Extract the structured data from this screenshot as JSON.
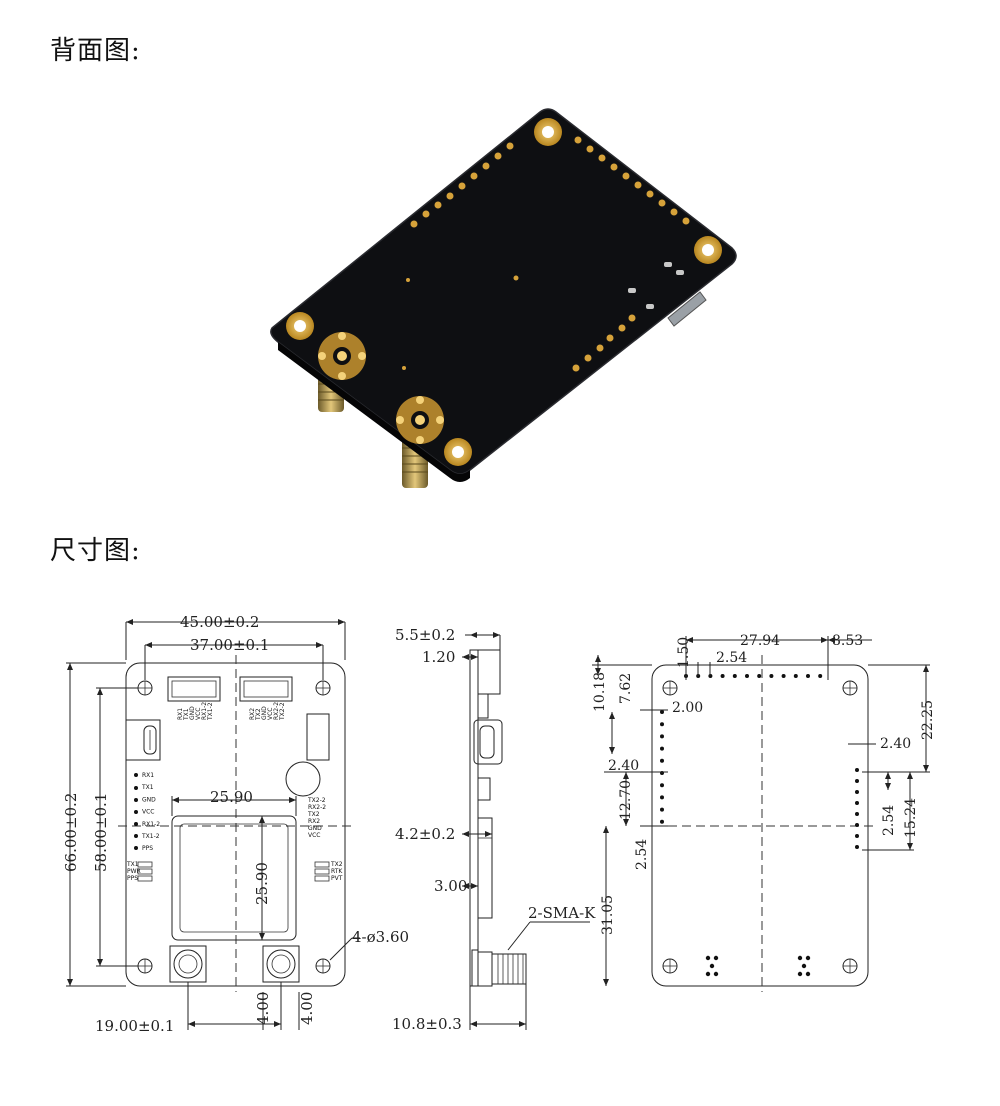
{
  "headings": {
    "back_view": "背面图:",
    "dimension_drawing": "尺寸图:"
  },
  "front_view": {
    "width_outer": "45.00±0.2",
    "width_holes": "37.00±0.1",
    "height_outer": "66.00±0.2",
    "height_holes": "58.00±0.1",
    "module_w": "25.90",
    "module_h": "25.90",
    "hole_spec": "4-ø3.60",
    "sma_spacing": "19.00±0.1",
    "sma_offset_left": "4.00",
    "sma_offset_right": "4.00",
    "pin_labels_left": [
      "RX1",
      "TX1",
      "GND",
      "VCC",
      "RX1-2",
      "TX1-2",
      "PPS"
    ],
    "led_labels_left": [
      "TX1",
      "PWR",
      "PPS"
    ],
    "led_labels_right": [
      "TX2",
      "RTK",
      "PVT"
    ],
    "header1_labels": [
      "RX1",
      "TX1",
      "GND",
      "VCC",
      "RX1-2",
      "TX1-2"
    ],
    "header2_labels": [
      "RX2",
      "TX2",
      "GND",
      "VCC",
      "RX2-2",
      "TX2-2"
    ],
    "side_labels_right": [
      "TX2-2",
      "RX2-2",
      "TX2",
      "RX2",
      "GND",
      "VCC"
    ]
  },
  "side_view": {
    "height_total": "5.5±0.2",
    "board_thickness": "1.20",
    "module_height": "4.2±0.2",
    "connector_offset": "3.00",
    "sma_label": "2-SMA-K",
    "sma_length": "10.8±0.3"
  },
  "back_dims": {
    "top_offset": "1.50",
    "pitch_top_span": "27.94",
    "top_right": "8.53",
    "pitch_top": "2.54",
    "left_top": "10.18",
    "left_a": "7.62",
    "left_b": "2.00",
    "left_c": "2.40",
    "left_d": "12.70",
    "left_e": "2.54",
    "left_bottom": "31.05",
    "right_a": "2.40",
    "right_b": "22.25",
    "right_c": "2.54",
    "right_d": "15.24"
  }
}
